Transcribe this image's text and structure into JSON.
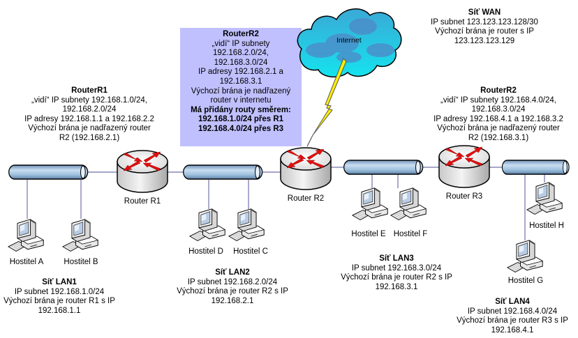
{
  "colors": {
    "router_box_bg": "#c0c0ff",
    "cable": "#7070a8",
    "pipe_fill": "#9dbfdc",
    "router_arrow": "#e01010",
    "cloud_fill": "#22ccdd",
    "lightning": "#ffee00"
  },
  "cloud": {
    "label": "Internet",
    "icon": "cloud-icon"
  },
  "wan": {
    "title": "Síť WAN",
    "lines": [
      "IP subnet 123.123.123.128/30",
      "Výchozí brána je router s IP",
      "123.123.123.129"
    ]
  },
  "routers": [
    {
      "id": "r1",
      "label": "Router R1",
      "icon": "router-icon"
    },
    {
      "id": "r2",
      "label": "Router R2",
      "icon": "router-icon"
    },
    {
      "id": "r3",
      "label": "Router R3",
      "icon": "router-icon"
    }
  ],
  "router_notes": {
    "r1": {
      "title": "RouterR1",
      "lines": [
        "„vidí“ IP subnety 192.168.1.0/24,",
        "192.168.2.0/24",
        "IP adresy 192.168.1.1 a 192.168.2.2",
        "Výchozí brána je nadřazený router",
        "R2 (192.168.2.1)"
      ]
    },
    "r2": {
      "title": "RouterR2",
      "lines": [
        "„vidí“ IP subnety",
        "192.168.2.0/24,",
        "192.168.3.0/24",
        "IP adresy 192.168.2.1 a",
        "192.168.3.1",
        "Výchozí brána je nadřazený",
        "router v internetu"
      ],
      "bold_lines": [
        "Má přidány routy směrem:",
        "192.168.1.0/24 přes R1",
        "192.168.4.0/24 přes R3"
      ]
    },
    "r3": {
      "title": "RouterR2",
      "lines": [
        "„vidí“ IP subnety 192.168.4.0/24,",
        "192.168.3.0/24",
        "IP adresy 192.168.4.1 a 192.168.3.2",
        "Výchozí brána je nadřazený router",
        "R2 (192.168.3.1)"
      ]
    }
  },
  "hosts": [
    {
      "label": "Hostitel A",
      "icon": "computer-icon"
    },
    {
      "label": "Hostitel B",
      "icon": "computer-icon"
    },
    {
      "label": "Hostitel D",
      "icon": "computer-icon"
    },
    {
      "label": "Hostitel C",
      "icon": "computer-icon"
    },
    {
      "label": "Hostitel E",
      "icon": "computer-icon"
    },
    {
      "label": "Hostitel F",
      "icon": "computer-icon"
    },
    {
      "label": "Hostitel H",
      "icon": "computer-icon"
    },
    {
      "label": "Hostitel G",
      "icon": "computer-icon"
    }
  ],
  "lans": {
    "lan1": {
      "title": "Síť LAN1",
      "lines": [
        "IP subnet 192.168.1.0/24",
        "Výchozí brána je router R1 s IP",
        "192.168.1.1"
      ]
    },
    "lan2": {
      "title": "Síť LAN2",
      "lines": [
        "IP subnet 192.168.2.0/24",
        "Výchozí brána je router R2 s IP",
        "192.168.2.1"
      ]
    },
    "lan3": {
      "title": "Síť LAN3",
      "lines": [
        "IP subnet 192.168.3.0/24",
        "Výchozí brána je router R2 s IP",
        "192.168.3.1"
      ]
    },
    "lan4": {
      "title": "Síť LAN4",
      "lines": [
        "IP subnet 192.168.4.0/24",
        "Výchozí brána je router  R3 s IP",
        "192.168.4.1"
      ]
    }
  }
}
